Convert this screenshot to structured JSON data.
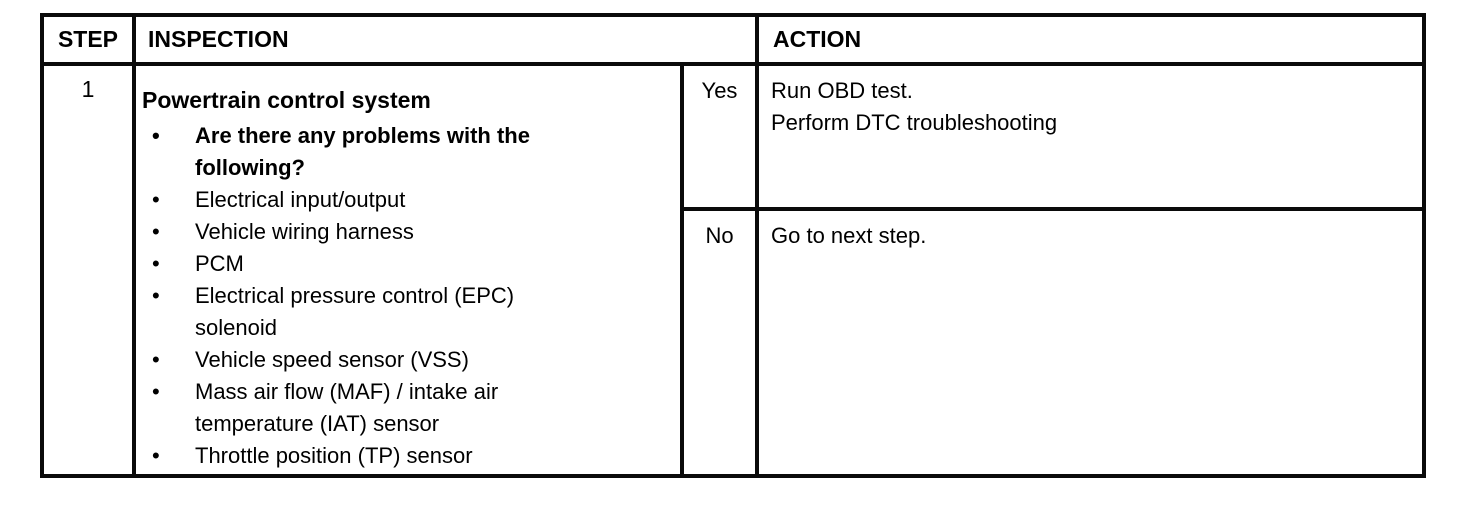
{
  "glyphs": {
    "bullet": "•"
  },
  "table": {
    "headers": {
      "step": "STEP",
      "inspection": "INSPECTION",
      "action": "ACTION"
    },
    "rows": [
      {
        "step": "1",
        "inspection": {
          "title": "Powertrain control system",
          "bullets": [
            {
              "bold": true,
              "lines": [
                "Are there any problems with the",
                "following?"
              ]
            },
            {
              "bold": false,
              "lines": [
                "Electrical input/output"
              ]
            },
            {
              "bold": false,
              "lines": [
                "Vehicle wiring harness"
              ]
            },
            {
              "bold": false,
              "lines": [
                "PCM"
              ]
            },
            {
              "bold": false,
              "lines": [
                "Electrical pressure control (EPC)",
                "solenoid"
              ]
            },
            {
              "bold": false,
              "lines": [
                "Vehicle speed sensor (VSS)"
              ]
            },
            {
              "bold": false,
              "lines": [
                "Mass air flow (MAF) / intake air",
                "temperature (IAT) sensor"
              ]
            },
            {
              "bold": false,
              "lines": [
                "Throttle position (TP) sensor"
              ]
            }
          ]
        },
        "branches": [
          {
            "answer": "Yes",
            "action_lines": [
              "Run OBD test.",
              "Perform DTC troubleshooting"
            ]
          },
          {
            "answer": "No",
            "action_lines": [
              "Go to next step."
            ]
          }
        ]
      }
    ]
  }
}
